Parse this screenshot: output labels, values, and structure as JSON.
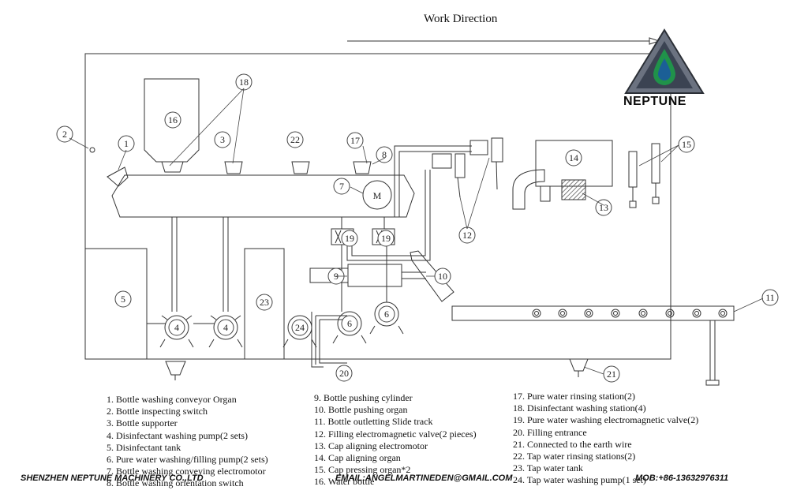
{
  "title": "Work Direction",
  "logo": {
    "text": "NEPTUNE",
    "colors": {
      "triangle": "#3a3f4a",
      "drop": "#1e8a3c",
      "inner": "#1a5a8c"
    }
  },
  "callouts": [
    "1",
    "2",
    "3",
    "4",
    "4",
    "5",
    "6",
    "6",
    "7",
    "8",
    "9",
    "10",
    "11",
    "12",
    "13",
    "14",
    "15",
    "16",
    "17",
    "18",
    "19",
    "19",
    "20",
    "21",
    "22",
    "23",
    "24"
  ],
  "motor_label": "M",
  "legend": {
    "col1": [
      "1. Bottle washing conveyor Organ",
      "2. Bottle inspecting switch",
      "3. Bottle supporter",
      "4. Disinfectant washing pump(2 sets)",
      "5. Disinfectant tank",
      "6. Pure water washing/filling pump(2 sets)",
      "7. Bottle washing conveying electromotor",
      "8. Bottle washing orientation switch"
    ],
    "col2": [
      "9. Bottle pushing cylinder",
      "10. Bottle pushing organ",
      "11. Bottle outletting Slide track",
      "12. Filling electromagnetic valve(2 pieces)",
      "13. Cap aligning electromotor",
      "14. Cap aligning organ",
      "15. Cap pressing organ*2",
      "16. Water bottle"
    ],
    "col3": [
      "17. Pure water rinsing station(2)",
      "18. Disinfectant washing station(4)",
      "19. Pure water washing electromagnetic valve(2)",
      "20. Filling entrance",
      "21. Connected to the earth wire",
      "22. Tap water rinsing stations(2)",
      "23. Tap water tank",
      "24. Tap water washing pump(1 set)"
    ]
  },
  "footer": {
    "company": "SHENZHEN NEPTUNE MACHINERY CO.,LTD",
    "email": "EMAIL:ANGELMARTINEDEN@GMAIL.COM",
    "phone": "MOB:+86-13632976311"
  }
}
